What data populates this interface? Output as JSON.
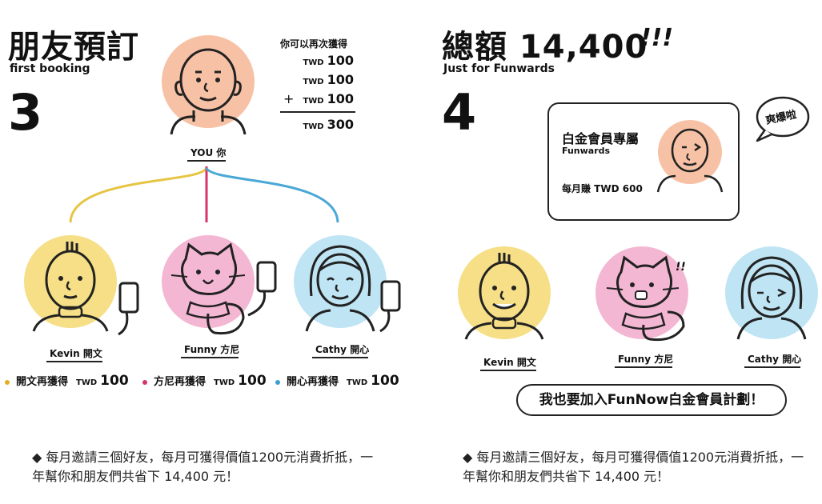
{
  "left": {
    "title": "朋友預訂",
    "subtitle": "first booking",
    "step": "3",
    "calc": {
      "header": "你可以再次獲得",
      "rows": [
        {
          "prefix": "",
          "currency": "TWD",
          "amount": "100"
        },
        {
          "prefix": "",
          "currency": "TWD",
          "amount": "100"
        },
        {
          "prefix": "+",
          "currency": "TWD",
          "amount": "100"
        }
      ],
      "total": {
        "currency": "TWD",
        "amount": "300"
      }
    },
    "you_label": {
      "en": "YOU",
      "zh": "你"
    },
    "friends": [
      {
        "en": "Kevin",
        "zh": "開文"
      },
      {
        "en": "Funny",
        "zh": "方尼"
      },
      {
        "en": "Cathy",
        "zh": "開心"
      }
    ],
    "earnings": [
      {
        "text": "開文再獲得",
        "currency": "TWD",
        "amount": "100",
        "color": "#e0b020"
      },
      {
        "text": "方尼再獲得",
        "currency": "TWD",
        "amount": "100",
        "color": "#d9336b"
      },
      {
        "text": "開心再獲得",
        "currency": "TWD",
        "amount": "100",
        "color": "#3a9fd0"
      }
    ]
  },
  "right": {
    "title": "總額 14,400",
    "exclaim": "!!!",
    "subtitle": "Just for Funwards",
    "step": "4",
    "card": {
      "title": "白金會員專屬",
      "subtitle": "Funwards",
      "earn": "每月賺 TWD 600"
    },
    "bubble": "爽爆啦",
    "friends": [
      {
        "en": "Kevin",
        "zh": "開文"
      },
      {
        "en": "Funny",
        "zh": "方尼"
      },
      {
        "en": "Cathy",
        "zh": "開心"
      }
    ],
    "funny_mark": "!!",
    "cta": "我也要加入FunNow白金會員計劃！"
  },
  "notes": {
    "left": "◆ 每月邀請三個好友，每月可獲得價值1200元消費折抵，一年幫你和朋友們共省下 14,400 元！",
    "right": "◆ 每月邀請三個好友，每月可獲得價值1200元消費折抵，一年幫你和朋友們共省下 14,400 元！"
  },
  "colors": {
    "peach": "#f7c1a5",
    "yellow": "#f6df86",
    "pink": "#f4b7d3",
    "blue": "#bfe4f3",
    "line_yellow": "#e6c545",
    "line_pink": "#d9336b",
    "line_blue": "#4aa8d6"
  }
}
